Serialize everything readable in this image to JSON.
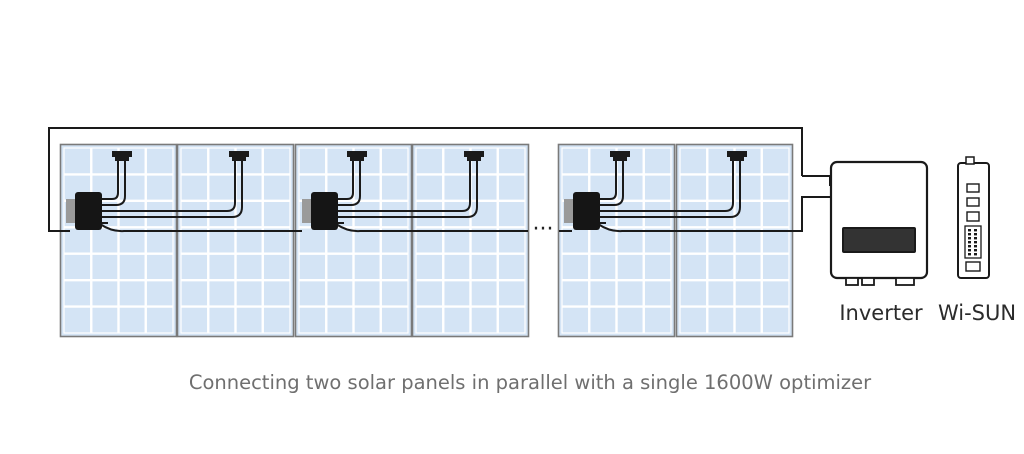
{
  "diagram": {
    "caption": "Connecting two solar panels in parallel with a single 1600W optimizer",
    "ellipsis": "···",
    "devices": {
      "inverter_label": "Inverter",
      "wisun_label": "Wi-SUN"
    },
    "colors": {
      "panel_fill": "#d4e4f5",
      "panel_frame": "#7a7a7a",
      "cell_grid": "#ffffff",
      "wire": "#1a1a1a",
      "optimizer": "#151515",
      "optimizer_bracket": "#9a9a9a",
      "caption": "#6f6f6f"
    }
  }
}
